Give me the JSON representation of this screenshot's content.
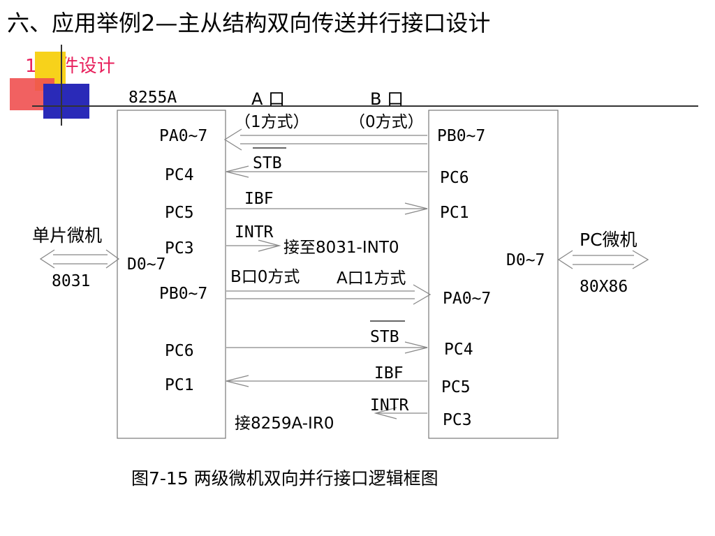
{
  "header": {
    "title": "六、应用举例2—主从结构双向传送并行接口设计",
    "subtitle": "1.硬件设计"
  },
  "colors": {
    "subtitle": "#e8205c",
    "deco_yellow": "#f7d21b",
    "deco_red": "#f05050",
    "deco_blue": "#2a2ab8",
    "deco_line": "#333333",
    "box_border": "#777777",
    "arrow": "#888888"
  },
  "diagram": {
    "left_chip": "8255A",
    "port_a_header": "A 口",
    "port_a_mode": "（1方式）",
    "port_b_header": "B 口",
    "port_b_mode": "（0方式）",
    "left_pa": "PA0~7",
    "left_pc4": "PC4",
    "left_pc5": "PC5",
    "left_pc3": "PC3",
    "left_pb": "PB0~7",
    "left_pc6": "PC6",
    "left_pc1": "PC1",
    "left_data": "D0~7",
    "right_pb": "PB0~7",
    "right_pc6": "PC6",
    "right_pc1": "PC1",
    "right_data": "D0~7",
    "right_pa": "PA0~7",
    "right_pc4": "PC4",
    "right_pc5": "PC5",
    "right_pc3": "PC3",
    "sig_stb_top": "STB",
    "sig_ibf_top": "IBF",
    "sig_intr_top": "INTR",
    "int0_note": "接至8031-INT0",
    "mode_note_b": "B口0方式",
    "mode_note_a": "A口1方式",
    "sig_stb_bottom": "STB",
    "sig_ibf_bottom": "IBF",
    "sig_intr_bottom": "INTR",
    "ir0_note": "接8259A-IR0",
    "mcu_name": "单片微机",
    "mcu_model": "8031",
    "pc_name": "PC微机",
    "pc_model": "80X86",
    "caption": "图7-15 两级微机双向并行接口逻辑框图"
  }
}
